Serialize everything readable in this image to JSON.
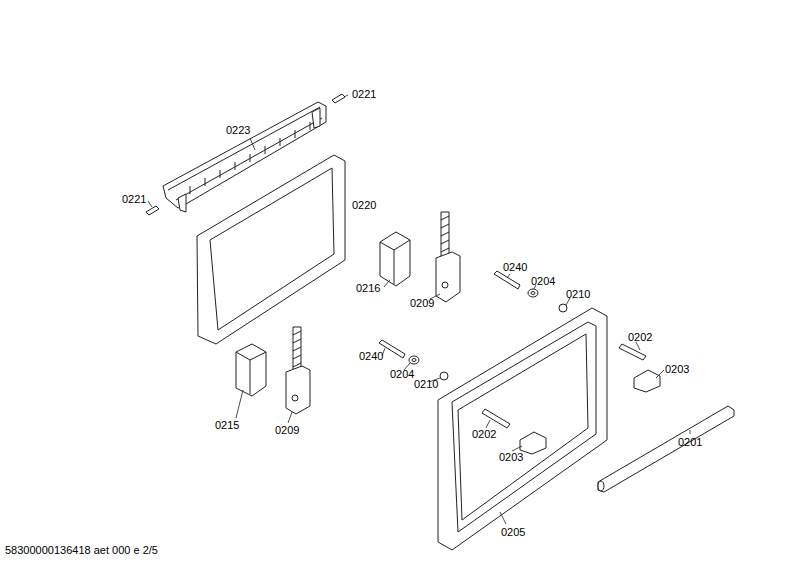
{
  "diagram": {
    "labels": [
      "0221",
      "0223",
      "0221",
      "0220",
      "0216",
      "0209",
      "0240",
      "0204",
      "0210",
      "0202",
      "0203",
      "0240",
      "0204",
      "0210",
      "0215",
      "0209",
      "0202",
      "0203",
      "0201",
      "0205",
      "58300000136418 aet 000 e 2/5"
    ]
  }
}
